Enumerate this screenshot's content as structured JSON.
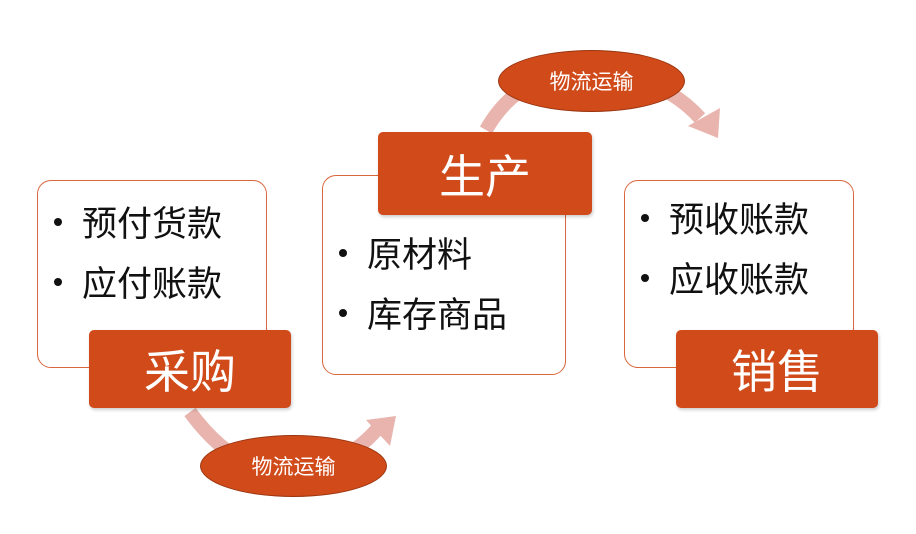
{
  "nodes": {
    "purchase": {
      "label": "采购",
      "items": [
        "预付货款",
        "应付账款"
      ]
    },
    "production": {
      "label": "生产",
      "items": [
        "原材料",
        "库存商品"
      ]
    },
    "sales": {
      "label": "销售",
      "items": [
        "预收账款",
        "应收账款"
      ]
    }
  },
  "connectors": {
    "bottom": {
      "label": "物流运输"
    },
    "top": {
      "label": "物流运输"
    }
  },
  "colors": {
    "accent": "#d04a1a",
    "arrow": "#e8b4ad"
  }
}
